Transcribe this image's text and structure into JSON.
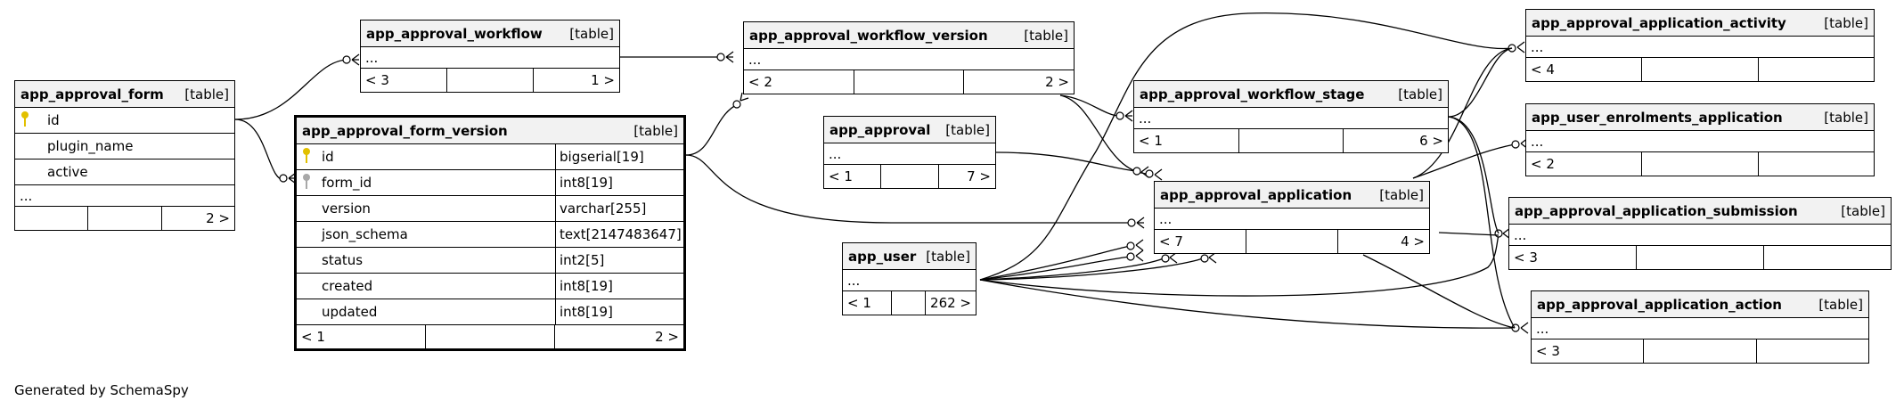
{
  "footer": "Generated by SchemaSpy",
  "type_label": "[table]",
  "tables": {
    "form": {
      "name": "app_approval_form",
      "type": "[table]",
      "columns": [
        {
          "name": "id",
          "key": "pk"
        },
        {
          "name": "plugin_name"
        },
        {
          "name": "active"
        }
      ],
      "ellipsis": "...",
      "foot_left": "",
      "foot_right": "2 >"
    },
    "workflow": {
      "name": "app_approval_workflow",
      "type": "[table]",
      "ellipsis": "...",
      "foot_left": "< 3",
      "foot_right": "1 >"
    },
    "form_version": {
      "name": "app_approval_form_version",
      "type": "[table]",
      "columns": [
        {
          "name": "id",
          "type": "bigserial[19]",
          "key": "pk"
        },
        {
          "name": "form_id",
          "type": "int8[19]",
          "key": "fk"
        },
        {
          "name": "version",
          "type": "varchar[255]"
        },
        {
          "name": "json_schema",
          "type": "text[2147483647]"
        },
        {
          "name": "status",
          "type": "int2[5]"
        },
        {
          "name": "created",
          "type": "int8[19]"
        },
        {
          "name": "updated",
          "type": "int8[19]"
        }
      ],
      "foot_left": "< 1",
      "foot_right": "2 >"
    },
    "workflow_version": {
      "name": "app_approval_workflow_version",
      "type": "[table]",
      "ellipsis": "...",
      "foot_left": "< 2",
      "foot_right": "2 >"
    },
    "approval": {
      "name": "app_approval",
      "type": "[table]",
      "ellipsis": "...",
      "foot_left": "< 1",
      "foot_right": "7 >"
    },
    "user": {
      "name": "app_user",
      "type": "[table]",
      "ellipsis": "...",
      "foot_left": "< 1",
      "foot_right": "262 >"
    },
    "workflow_stage": {
      "name": "app_approval_workflow_stage",
      "type": "[table]",
      "ellipsis": "...",
      "foot_left": "< 1",
      "foot_right": "6 >"
    },
    "application": {
      "name": "app_approval_application",
      "type": "[table]",
      "ellipsis": "...",
      "foot_left": "< 7",
      "foot_right": "4 >"
    },
    "activity": {
      "name": "app_approval_application_activity",
      "type": "[table]",
      "ellipsis": "...",
      "foot_left": "< 4",
      "foot_right": ""
    },
    "enrolments": {
      "name": "app_user_enrolments_application",
      "type": "[table]",
      "ellipsis": "...",
      "foot_left": "< 2",
      "foot_right": ""
    },
    "submission": {
      "name": "app_approval_application_submission",
      "type": "[table]",
      "ellipsis": "...",
      "foot_left": "< 3",
      "foot_right": ""
    },
    "action": {
      "name": "app_approval_application_action",
      "type": "[table]",
      "ellipsis": "...",
      "foot_left": "< 3",
      "foot_right": ""
    }
  }
}
